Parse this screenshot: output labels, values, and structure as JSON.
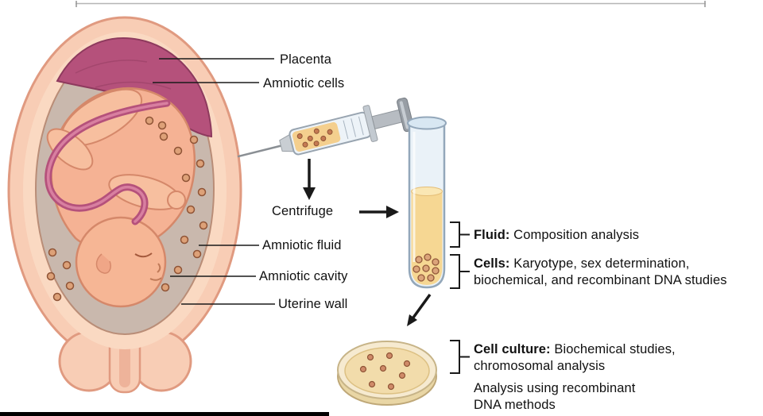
{
  "anatomy_labels": {
    "placenta": "Placenta",
    "amniotic_cells": "Amniotic cells",
    "amniotic_fluid": "Amniotic fluid",
    "amniotic_cavity": "Amniotic cavity",
    "uterine_wall": "Uterine wall"
  },
  "process": {
    "centrifuge": "Centrifuge"
  },
  "results": {
    "fluid": {
      "term": "Fluid:",
      "desc": " Composition analysis"
    },
    "cells": {
      "term": "Cells:",
      "desc": " Karyotype, sex determination, biochemical, and recombinant DNA studies"
    },
    "culture": {
      "term": "Cell culture:",
      "desc": " Biochemical studies, chromosomal analysis"
    },
    "analysis": {
      "desc": "Analysis using recombinant DNA methods"
    }
  },
  "palette": {
    "uterine_wall": "#f8cdb5",
    "wall_outline": "#e09a80",
    "amniotic_cavity": "#c9b8ad",
    "placenta": "#b5517b",
    "fetus_skin": "#f5b294",
    "umbilical_cord": "#b5517b",
    "amniotic_fluid_yellow": "#f6d793",
    "glass": "#eaf2f8",
    "petri_dish": "#f6ead0",
    "cell_dot": "#dda178",
    "line_black": "#1a1a1a"
  }
}
